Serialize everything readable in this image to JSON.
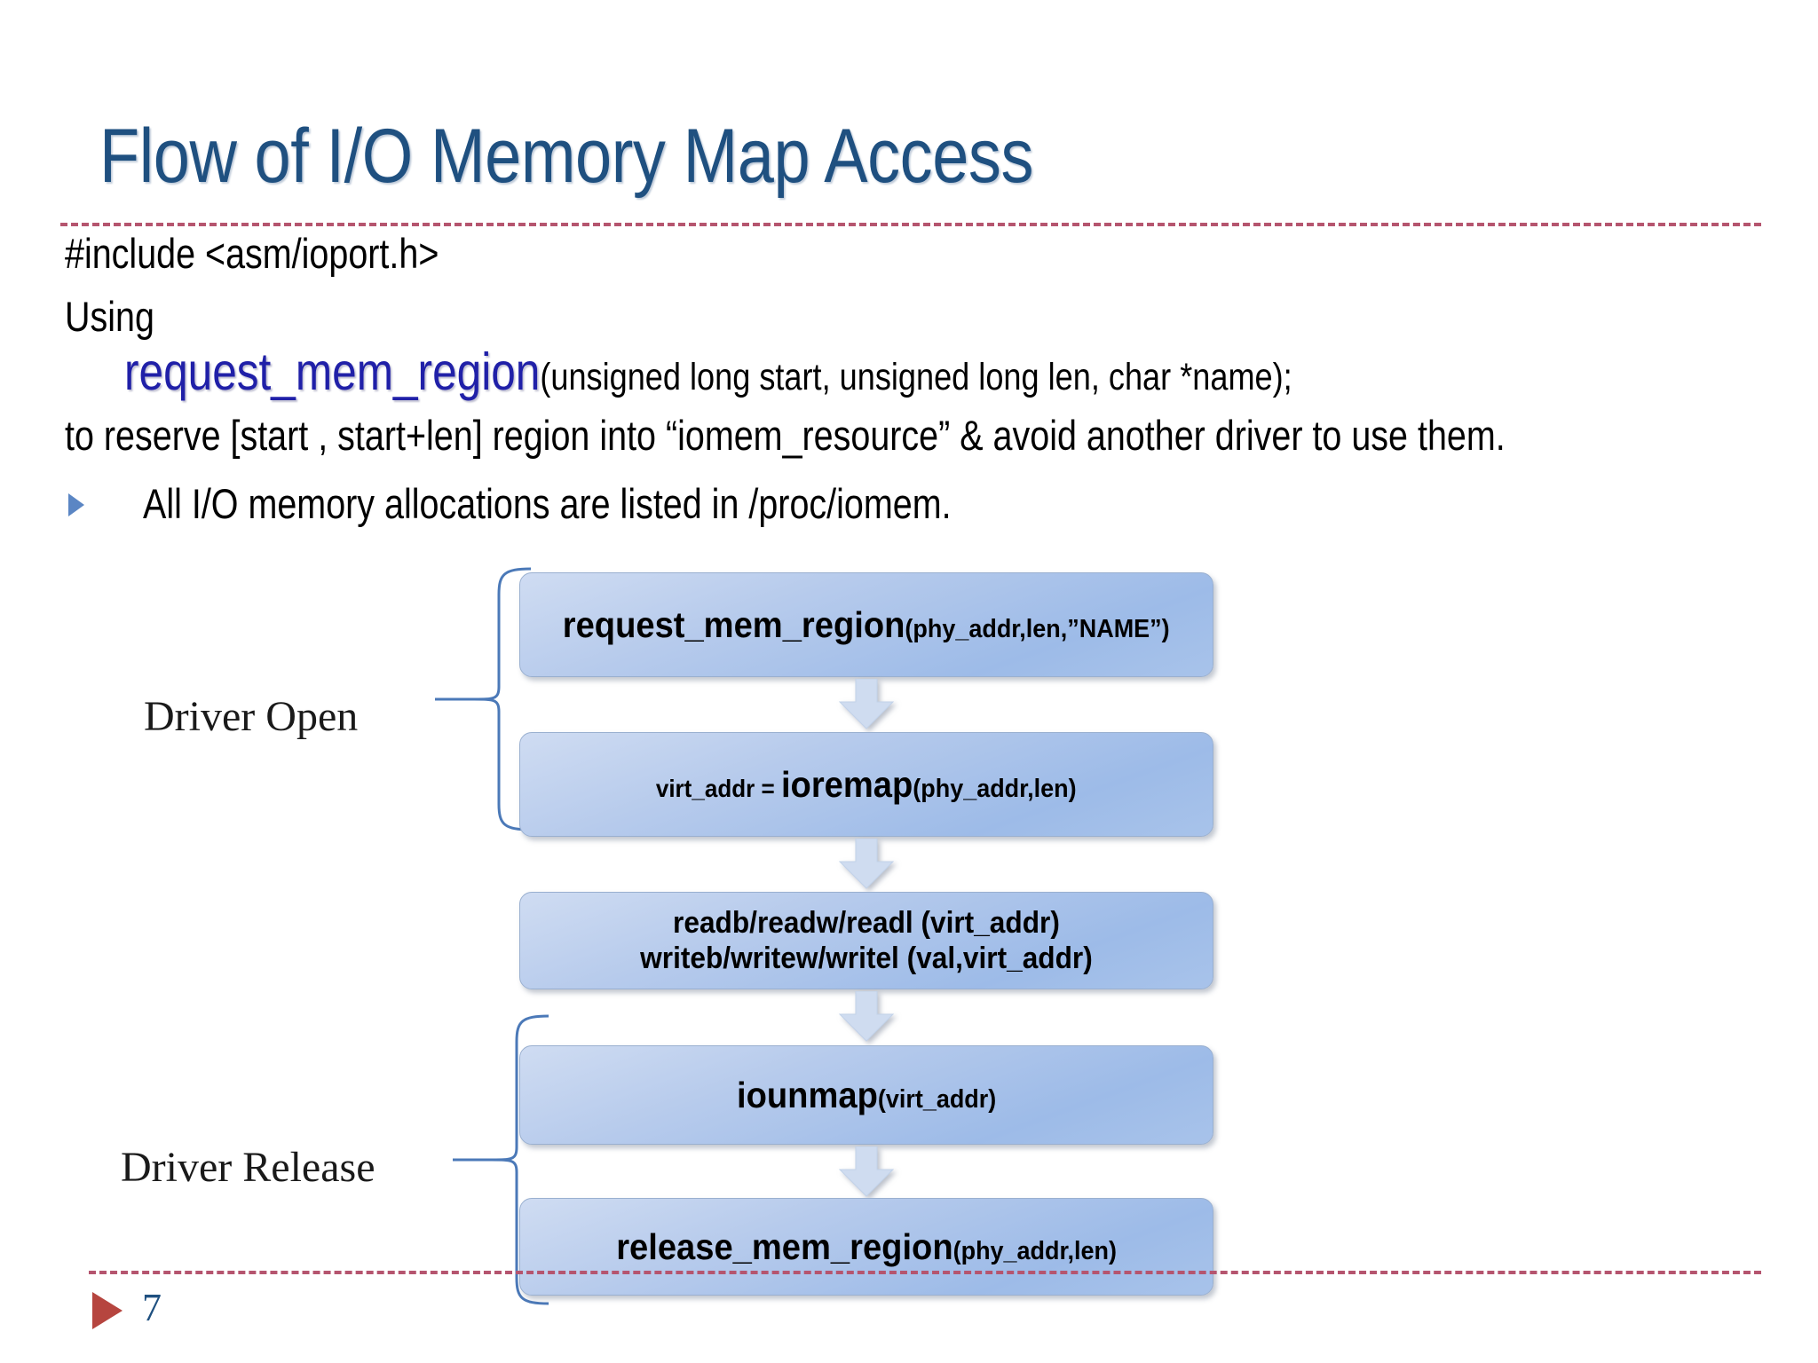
{
  "slide": {
    "title": "Flow of  I/O Memory Map Access",
    "page_number": "7",
    "accent_color": "#1f5080",
    "rule_color": "#b5556f",
    "node_fill": "#a8c3ea",
    "code_color": "#2020a8",
    "footer_triangle_color": "#b6453f",
    "bullet_marker_color": "#5b86c4"
  },
  "body": {
    "include_line": "#include <asm/ioport.h>",
    "using_line": "Using",
    "signature": {
      "function": "request_mem_region",
      "args": "(unsigned long start, unsigned long len, char *name);"
    },
    "reserve_line": "to reserve [start , start+len] region into  “iomem_resource” &  avoid another driver to use them.",
    "bullet": "All I/O memory allocations are listed in /proc/iomem."
  },
  "flow": {
    "nodes": [
      {
        "id": "request-mem-region",
        "main": "request_mem_region",
        "args": "(phy_addr,len,”NAME”)",
        "pre": "",
        "line2": ""
      },
      {
        "id": "ioremap",
        "main": "ioremap",
        "args": "(phy_addr,len)",
        "pre": "virt_addr = ",
        "line2": ""
      },
      {
        "id": "read-write",
        "main": "readb/readw/readl (virt_addr)",
        "args": "",
        "pre": "",
        "line2": "writeb/writew/writel (val,virt_addr)"
      },
      {
        "id": "iounmap",
        "main": "iounmap",
        "args": "(virt_addr)",
        "pre": "",
        "line2": ""
      },
      {
        "id": "release-mem-region",
        "main": "release_mem_region",
        "args": "(phy_addr,len)",
        "pre": "",
        "line2": ""
      }
    ],
    "groups": [
      {
        "id": "driver-open",
        "label": "Driver Open"
      },
      {
        "id": "driver-release",
        "label": "Driver Release"
      }
    ]
  }
}
